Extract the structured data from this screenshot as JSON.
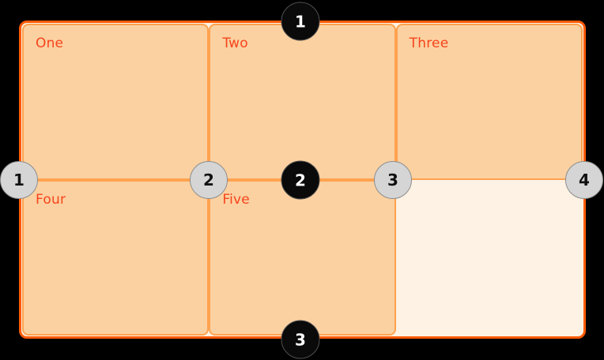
{
  "grid": {
    "columns": 3,
    "rows": 2,
    "cells": [
      {
        "label": "One"
      },
      {
        "label": "Two"
      },
      {
        "label": "Three"
      },
      {
        "label": "Four"
      },
      {
        "label": "Five"
      }
    ],
    "empty_cell_count": 1
  },
  "badges": {
    "row_lines": [
      {
        "number": "1"
      },
      {
        "number": "2"
      },
      {
        "number": "3"
      }
    ],
    "column_lines": [
      {
        "number": "1"
      },
      {
        "number": "2"
      },
      {
        "number": "3"
      },
      {
        "number": "4"
      }
    ]
  },
  "colors": {
    "background": "#000000",
    "container_border": "#ff5a05",
    "container_fill": "#fdf2e4",
    "cell_border": "#ffa24f",
    "cell_fill": "#fbd1a1",
    "label_text": "#f7441c",
    "row_badge_fill": "#0a0a0a",
    "row_badge_ring": "#4f4f4f",
    "row_badge_text": "#ffffff",
    "column_badge_fill": "#d5d5d5",
    "column_badge_border": "#8d8d8d",
    "column_badge_text": "#111111"
  }
}
